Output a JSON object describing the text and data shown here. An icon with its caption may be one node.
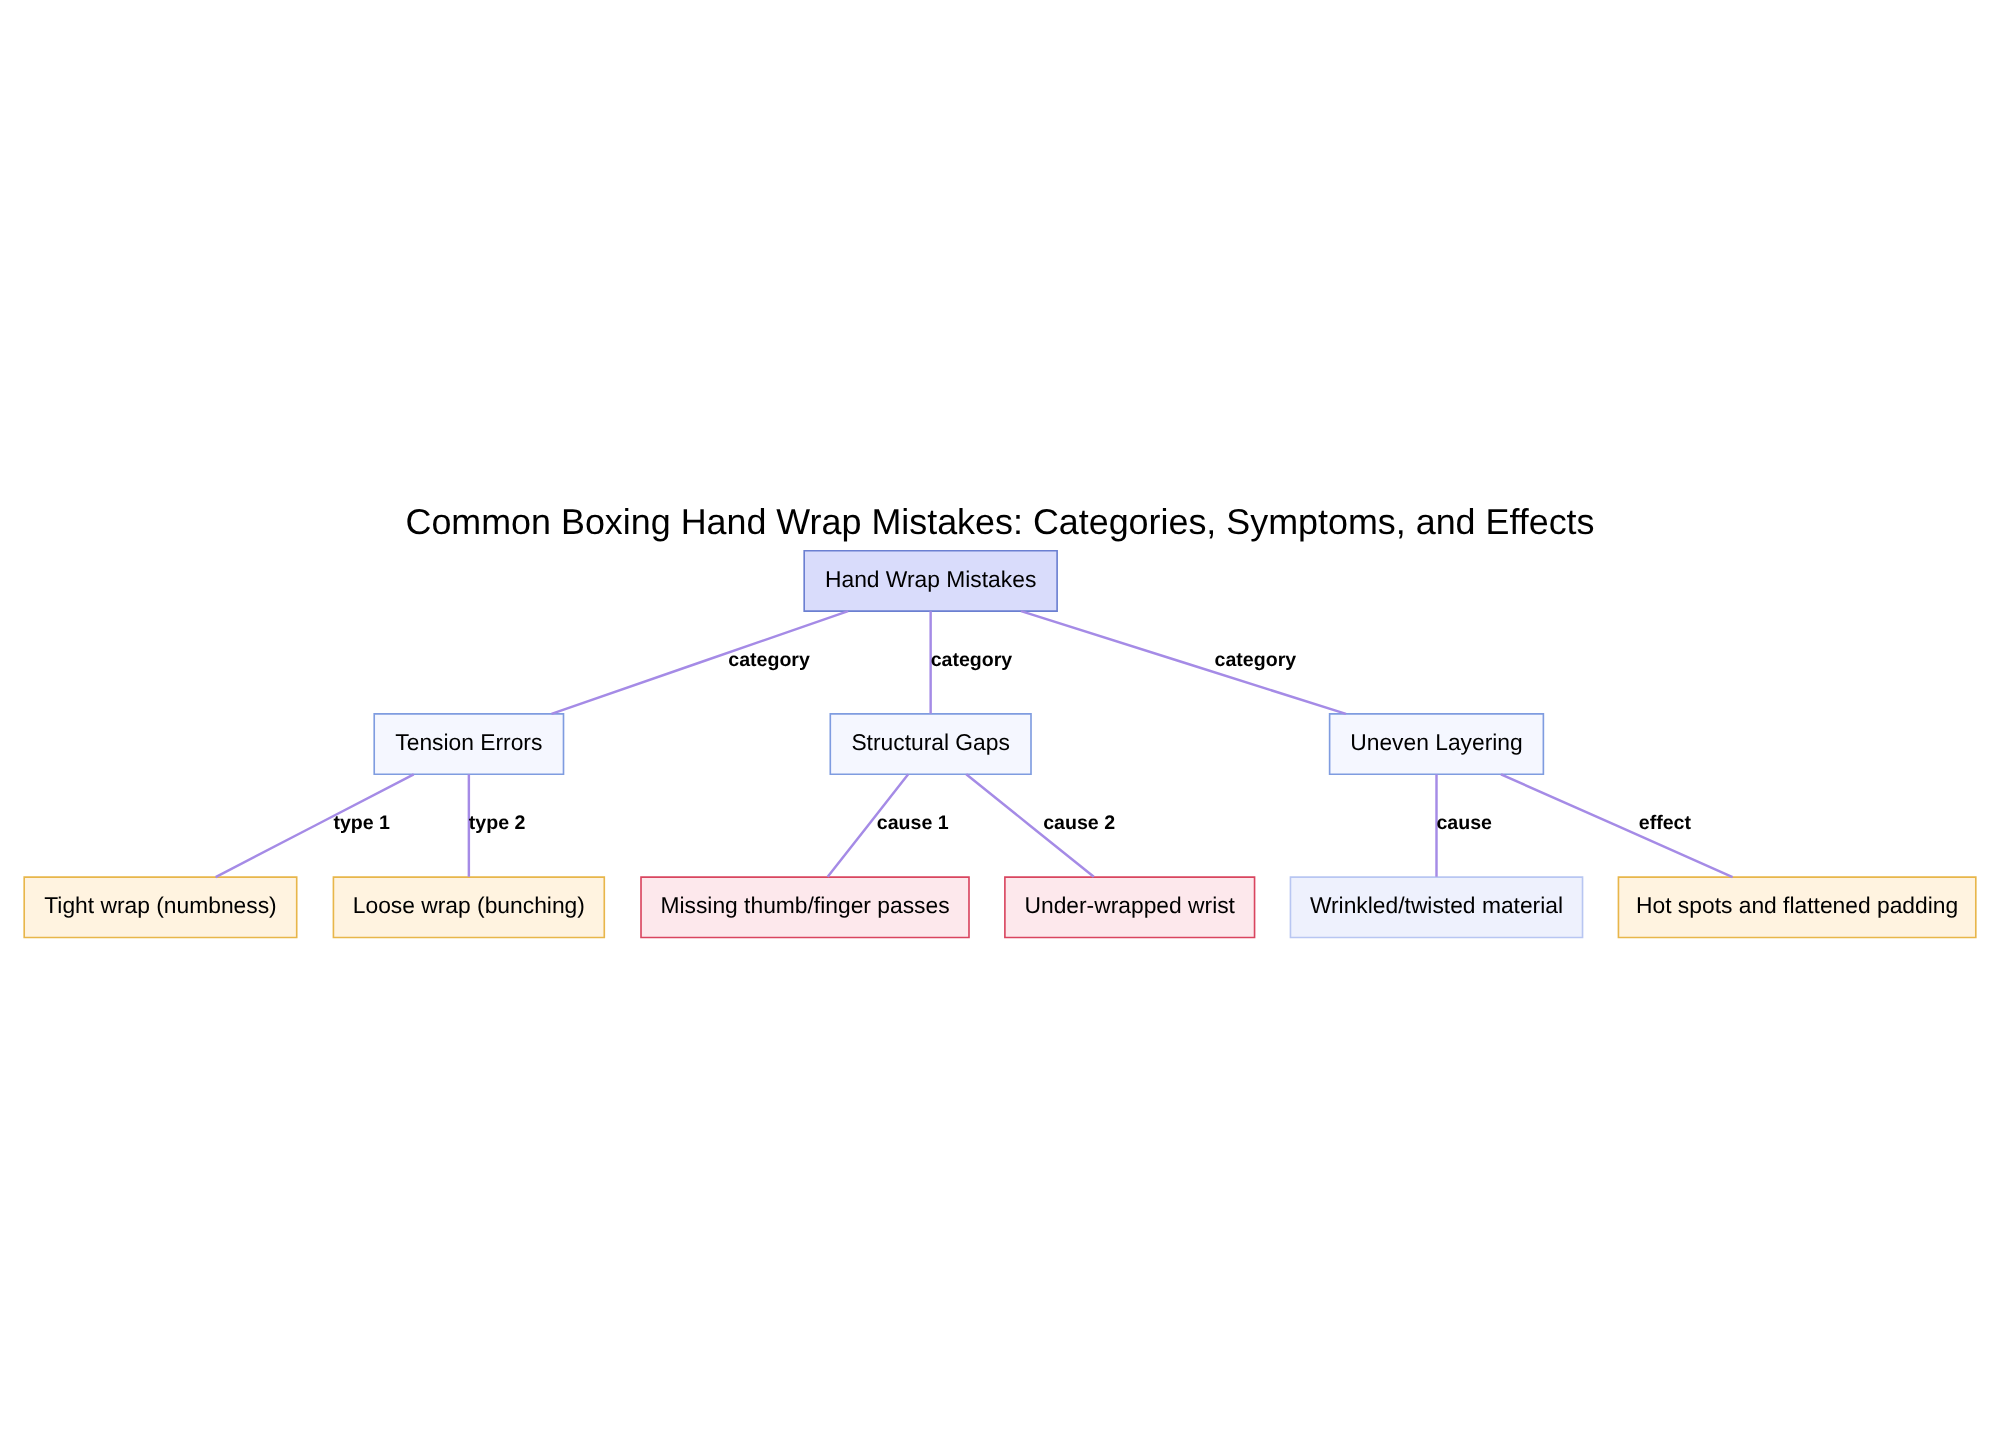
{
  "diagram": {
    "title": "Common Boxing Hand Wrap Mistakes: Categories, Symptoms, and Effects",
    "nodes": [
      {
        "text": [
          "Hand Wrap Mistakes"
        ]
      },
      {
        "text": [
          "Tension Errors"
        ]
      },
      {
        "text": [
          "Structural Gaps"
        ]
      },
      {
        "text": [
          "Uneven Layering"
        ]
      },
      {
        "text": [
          "Tight wrap (numbness)"
        ]
      },
      {
        "text": [
          "Loose wrap (bunching)"
        ]
      },
      {
        "text": [
          "Missing thumb/finger passes"
        ]
      },
      {
        "text": [
          "Under-wrapped wrist"
        ]
      },
      {
        "text": [
          "Wrinkled/twisted material"
        ]
      },
      {
        "text": [
          "Hot spots and flattened padding"
        ]
      }
    ],
    "edges": [
      {
        "from": 0,
        "to": 1,
        "arrow": "none",
        "label": "category"
      },
      {
        "from": 0,
        "to": 2,
        "arrow": "none",
        "label": "category"
      },
      {
        "from": 0,
        "to": 3,
        "arrow": "none",
        "label": "category"
      },
      {
        "from": 1,
        "to": 4,
        "arrow": "none",
        "label": "type 1"
      },
      {
        "from": 1,
        "to": 5,
        "arrow": "none",
        "label": "type 2"
      },
      {
        "from": 2,
        "to": 6,
        "arrow": "none",
        "label": "cause 1"
      },
      {
        "from": 2,
        "to": 7,
        "arrow": "none",
        "label": "cause 2"
      },
      {
        "from": 3,
        "to": 8,
        "arrow": "none",
        "label": "cause"
      },
      {
        "from": 3,
        "to": 9,
        "arrow": "none",
        "label": "effect"
      }
    ]
  }
}
